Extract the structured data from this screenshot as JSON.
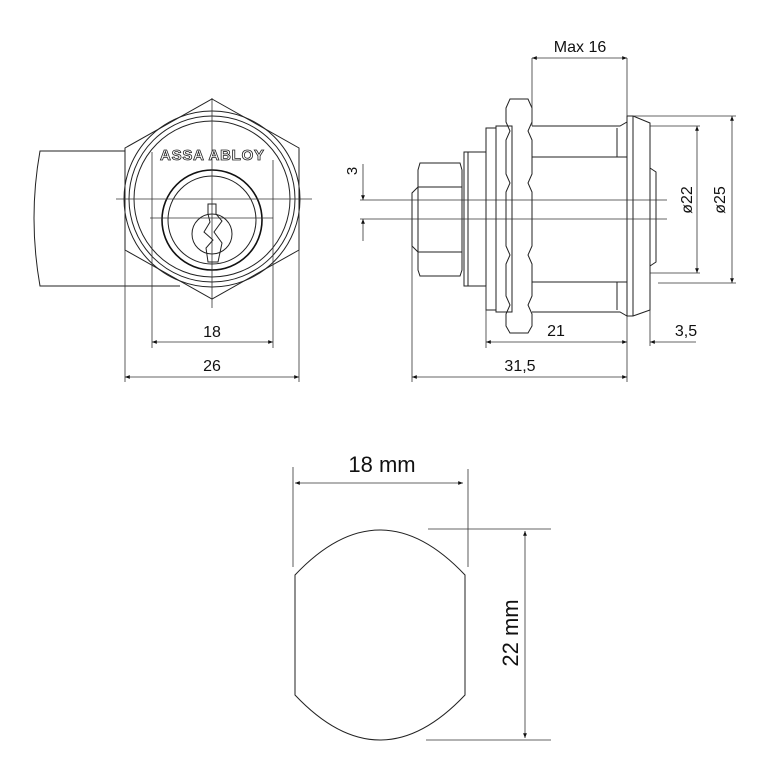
{
  "front_view": {
    "brand_logo": "ASSA ABLOY",
    "dim_inner_width": "18",
    "dim_outer_width": "26"
  },
  "side_view": {
    "dim_max_panel": "Max 16",
    "dim_offset": "3",
    "dim_body_length": "21",
    "dim_total_length": "31,5",
    "dim_flange": "3,5",
    "dim_dia_body": "ø22",
    "dim_dia_flange": "ø25"
  },
  "cutout": {
    "dim_width": "18 mm",
    "dim_height": "22 mm"
  },
  "colors": {
    "line": "#222222",
    "background": "#ffffff"
  }
}
